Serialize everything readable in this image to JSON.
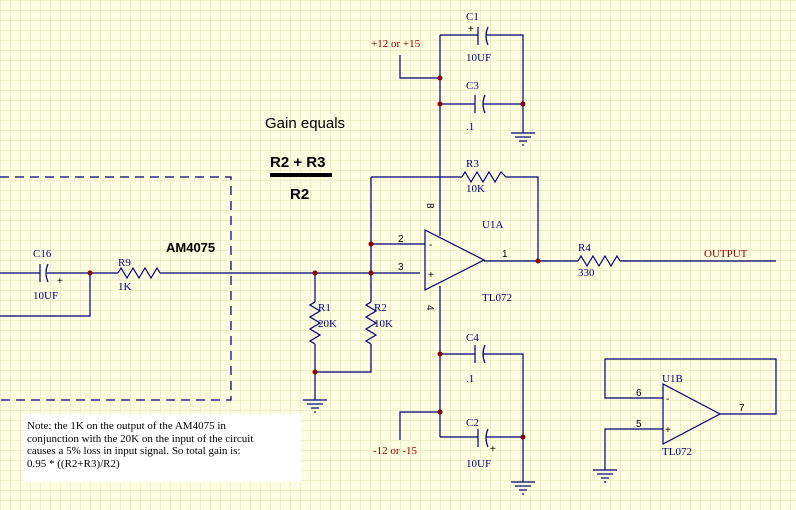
{
  "title": {
    "heading": "Gain equals",
    "numerator": "R2 + R3",
    "denominator": "R2"
  },
  "module_label": "AM4075",
  "supplies": {
    "positive": "+12 or +15",
    "negative": "-12 or -15"
  },
  "output_label": "OUTPUT",
  "components": {
    "c1": {
      "ref": "C1",
      "value": "10UF"
    },
    "c3": {
      "ref": "C3",
      "value": ".1"
    },
    "r3": {
      "ref": "R3",
      "value": "10K"
    },
    "u1a": {
      "ref": "U1A",
      "part": "TL072"
    },
    "r4": {
      "ref": "R4",
      "value": "330"
    },
    "c16": {
      "ref": "C16",
      "value": "10UF"
    },
    "r9": {
      "ref": "R9",
      "value": "1K"
    },
    "r1": {
      "ref": "R1",
      "value": "20K"
    },
    "r2": {
      "ref": "R2",
      "value": "10K"
    },
    "c4": {
      "ref": "C4",
      "value": ".1"
    },
    "c2": {
      "ref": "C2",
      "value": "10UF"
    },
    "u1b": {
      "ref": "U1B",
      "part": "TL072"
    }
  },
  "pins": {
    "u1a_inv": "2",
    "u1a_noninv": "3",
    "u1a_out": "1",
    "u1a_vplus": "8",
    "u1a_vminus": "4",
    "u1b_inv": "6",
    "u1b_noninv": "5",
    "u1b_out": "7"
  },
  "symbols": {
    "minus": "-",
    "plus": "+"
  },
  "note_lines": [
    "Note: the 1K on the output of the AM4075 in",
    "conjunction with the 20K on the input of the circuit",
    "causes a 5% loss in input signal. So total gain is:",
    "0.95 * ((R2+R3)/R2)"
  ],
  "colors": {
    "background": "#fdfde1",
    "grid": "#e0deb0",
    "wire": "#00007a",
    "junction": "#8b0000",
    "net_label": "#8b0000"
  }
}
